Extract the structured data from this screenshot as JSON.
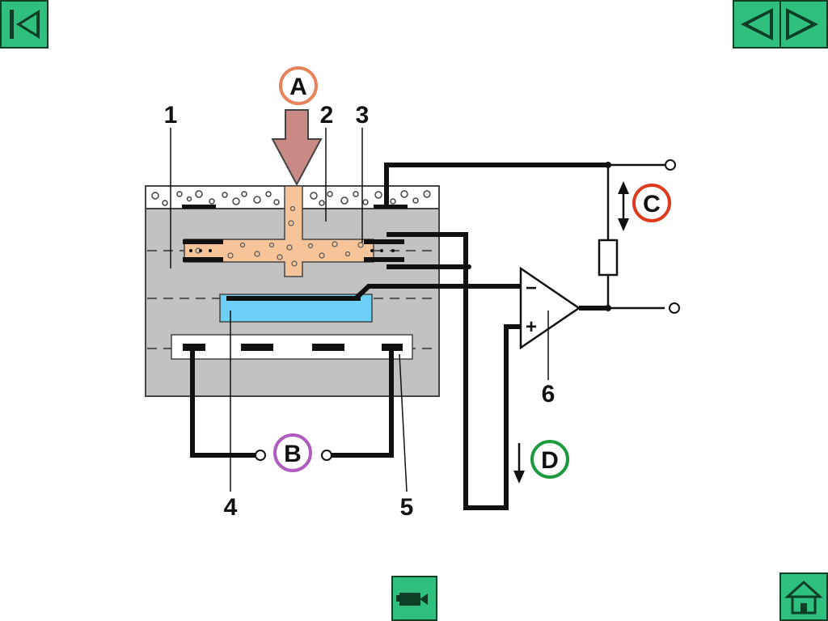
{
  "nav": {
    "first_icon": "skip-to-first-icon",
    "prev_icon": "previous-arrow-icon",
    "next_icon": "next-arrow-icon",
    "video_icon": "video-camera-icon",
    "home_icon": "home-icon",
    "button_color": "#2fbf7e"
  },
  "diagram": {
    "callouts": {
      "a": "A",
      "b": "B",
      "c": "C",
      "d": "D"
    },
    "parts": {
      "p1": "1",
      "p2": "2",
      "p3": "3",
      "p4": "4",
      "p5": "5",
      "p6": "6"
    },
    "opamp": {
      "minus": "−",
      "plus": "+"
    },
    "colors": {
      "housing": "#c2c2c2",
      "channel": "#f7c49a",
      "sensor": "#6ccff6",
      "arrow_a": "#c98a86",
      "circle_a": "#e8825a",
      "circle_b": "#b05bbf",
      "circle_c": "#e03a1e",
      "circle_d": "#1e9a3e"
    }
  }
}
